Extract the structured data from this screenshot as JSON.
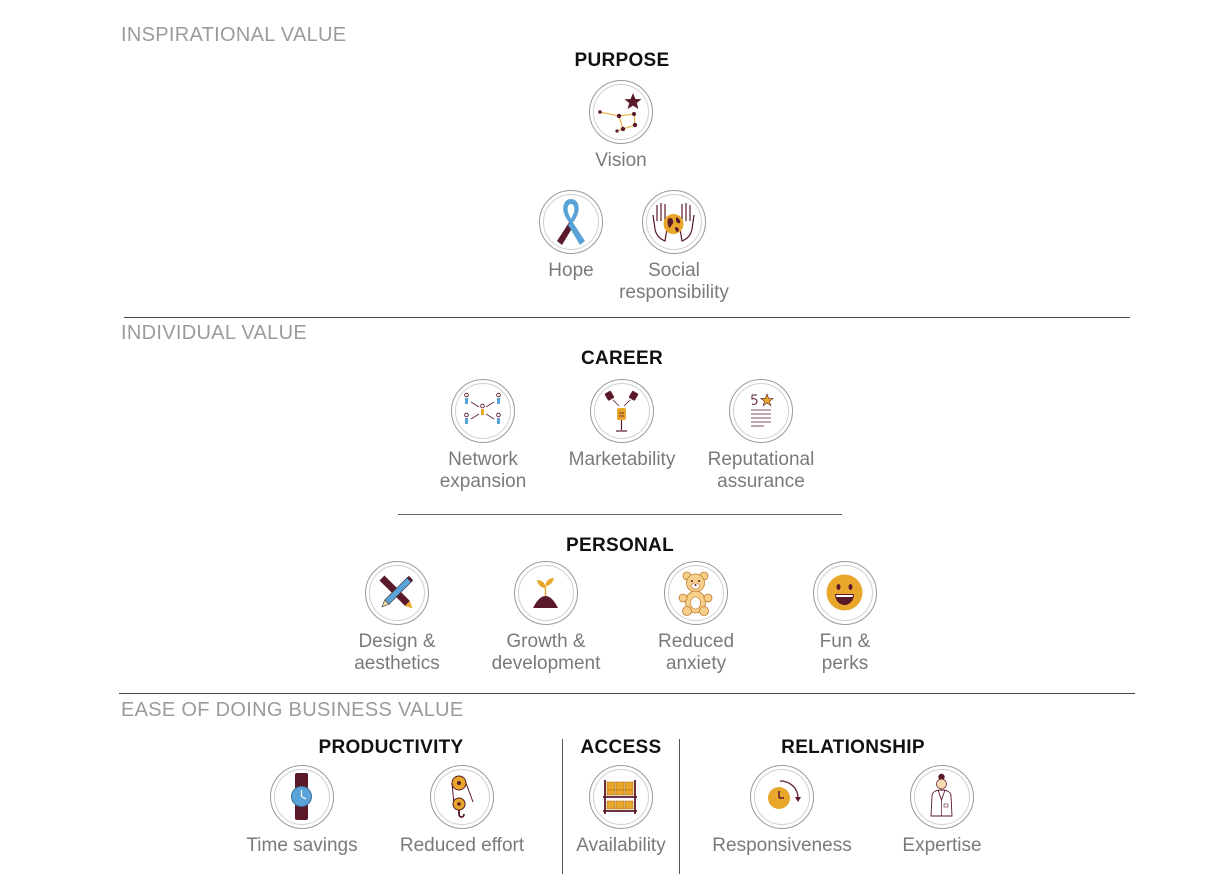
{
  "colors": {
    "maroon": "#5a1a2a",
    "gold": "#e8a62a",
    "blue": "#5aa3d8",
    "gray_text": "#7a7a7a",
    "section_gray": "#9b9b9b"
  },
  "sections": {
    "inspirational": {
      "title": "INSPIRATIONAL VALUE"
    },
    "individual": {
      "title": "INDIVIDUAL VALUE"
    },
    "ease": {
      "title": "EASE OF DOING BUSINESS VALUE"
    }
  },
  "groups": {
    "purpose": {
      "title": "PURPOSE",
      "items": [
        {
          "label": "Vision",
          "icon": "constellation-icon"
        },
        {
          "label": "Hope",
          "icon": "ribbon-icon"
        },
        {
          "label": "Social\nresponsibility",
          "icon": "hands-globe-icon"
        }
      ]
    },
    "career": {
      "title": "CAREER",
      "items": [
        {
          "label": "Network\nexpansion",
          "icon": "network-icon"
        },
        {
          "label": "Marketability",
          "icon": "spotlight-icon"
        },
        {
          "label": "Reputational\nassurance",
          "icon": "rating-icon"
        }
      ]
    },
    "personal": {
      "title": "PERSONAL",
      "items": [
        {
          "label": "Design &\naesthetics",
          "icon": "pencil-brush-icon"
        },
        {
          "label": "Growth &\ndevelopment",
          "icon": "sprout-icon"
        },
        {
          "label": "Reduced\nanxiety",
          "icon": "teddy-bear-icon"
        },
        {
          "label": "Fun &\nperks",
          "icon": "smiley-icon"
        }
      ]
    },
    "productivity": {
      "title": "PRODUCTIVITY",
      "items": [
        {
          "label": "Time savings",
          "icon": "watch-icon"
        },
        {
          "label": "Reduced effort",
          "icon": "pulley-icon"
        }
      ]
    },
    "access": {
      "title": "ACCESS",
      "items": [
        {
          "label": "Availability",
          "icon": "shelves-icon"
        }
      ]
    },
    "relationship": {
      "title": "RELATIONSHIP",
      "items": [
        {
          "label": "Responsiveness",
          "icon": "clock-icon"
        },
        {
          "label": "Expertise",
          "icon": "professional-icon"
        }
      ]
    }
  }
}
